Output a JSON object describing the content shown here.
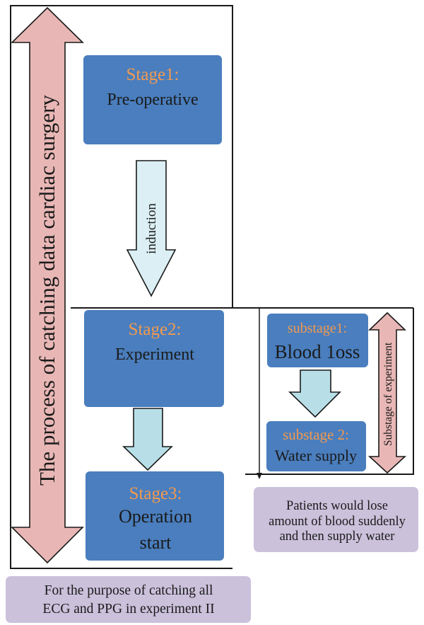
{
  "colors": {
    "stage_box": "#4a7ebe",
    "stage_label": "#f39a4e",
    "stage_text": "#1a1a1a",
    "process_arrow": "#e8b7b5",
    "induction_arrow": "#dbeff4",
    "flow_arrow": "#b8dfe8",
    "note_box": "#cbc1db",
    "line": "#1a1a1a"
  },
  "process_arrow": {
    "label": "The process of catching data cardiac surgery"
  },
  "stages": [
    {
      "label": "Stage1:",
      "lines": [
        "Pre-operative"
      ]
    },
    {
      "label": "Stage2:",
      "lines": [
        "Experiment"
      ]
    },
    {
      "label": "Stage3:",
      "lines": [
        "Operation",
        "start"
      ]
    }
  ],
  "induction_arrow": {
    "label": "induction"
  },
  "substages": [
    {
      "label": "substage1:",
      "text": "Blood 1oss"
    },
    {
      "label": "substage 2:",
      "text": "Water supply"
    }
  ],
  "substage_arrow": {
    "label": "Substage of experiment"
  },
  "notes": {
    "substage_note": [
      "Patients would lose",
      "amount of blood suddenly",
      "and then supply water"
    ],
    "purpose_note": [
      "For the purpose of catching all",
      "ECG and PPG in experiment II"
    ]
  }
}
